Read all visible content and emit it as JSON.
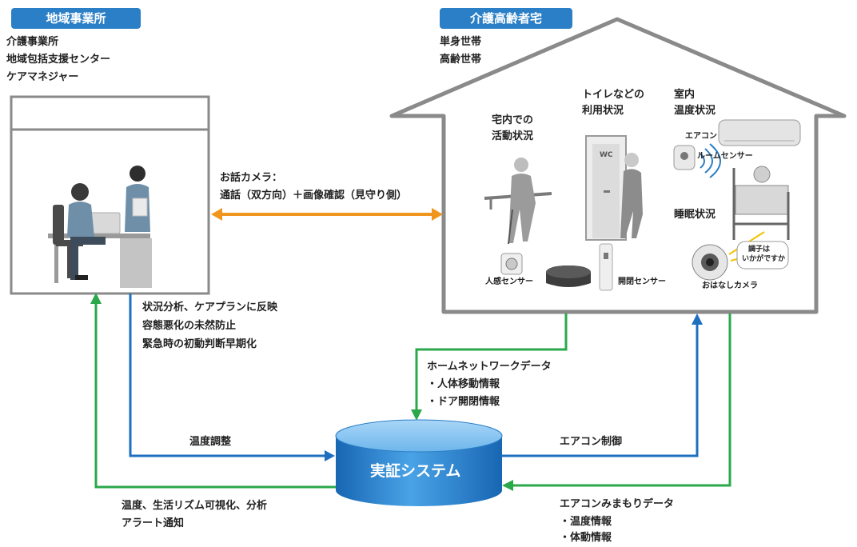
{
  "regional_office": {
    "badge": "地域事業所",
    "lines": [
      "介護事業所",
      "地域包括支援センター",
      "ケアマネジャー"
    ]
  },
  "elderly_home": {
    "badge": "介護高齢者宅",
    "lines": [
      "単身世帯",
      "高齢世帯"
    ],
    "sections": {
      "activity": [
        "宅内での",
        "活動状況"
      ],
      "toilet": [
        "トイレなどの",
        "利用状況"
      ],
      "temperature": [
        "室内",
        "温度状況"
      ],
      "sleep": "睡眠状況"
    },
    "devices": {
      "aircon": "エアコン",
      "room_sensor": "ルームセンサー",
      "motion_sensor": "人感センサー",
      "door_sensor": "開閉センサー",
      "talk_camera": "おはなしカメラ",
      "speech_line1": "調子は",
      "speech_line2": "いかがですか",
      "wc_sign": "WC"
    }
  },
  "camera_link": {
    "line1": "お話カメラ：",
    "line2": "通話（双方向）＋画像確認（見守り側）"
  },
  "office_outputs": [
    "状況分析、ケアプランに反映",
    "容態悪化の未然防止",
    "緊急時の初動判断早期化"
  ],
  "home_network": {
    "title": "ホームネットワークデータ",
    "items": [
      "・人体移動情報",
      "・ドア開閉情報"
    ]
  },
  "temp_adjust": "温度調整",
  "aircon_control": "エアコン制御",
  "system": "実証システム",
  "visualization": [
    "温度、生活リズム可視化、分析",
    "アラート通知"
  ],
  "aircon_data": {
    "title": "エアコンみまもりデータ",
    "items": [
      "・温度情報",
      "・体動情報"
    ]
  },
  "colors": {
    "badge_blue": "#2a7fc6",
    "arrow_orange": "#f0961e",
    "arrow_green": "#2aa84a",
    "arrow_blue": "#1f6fc0",
    "outline_gray": "#8a8a8a"
  }
}
